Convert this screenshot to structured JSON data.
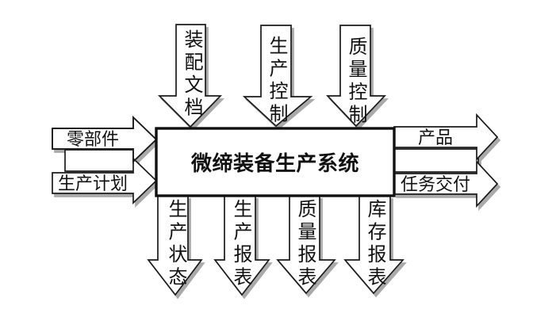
{
  "diagram": {
    "title": "微缔装备生产系统",
    "top_inputs": [
      {
        "label": "装配文档"
      },
      {
        "label": "生产控制"
      },
      {
        "label": "质量控制"
      }
    ],
    "left_inputs": [
      {
        "label": "零部件"
      },
      {
        "label": "生产计划"
      }
    ],
    "right_outputs": [
      {
        "label": "产品"
      },
      {
        "label": "任务交付"
      }
    ],
    "bottom_outputs": [
      {
        "label": "生产状态"
      },
      {
        "label": "生产报表"
      },
      {
        "label": "质量报表"
      },
      {
        "label": "库存报表"
      }
    ],
    "colors": {
      "background": "#ffffff",
      "arrow_fill": "#ffffff",
      "arrow_stroke": "#1a1a1a",
      "arrow_shadow": "#aaaaaa",
      "box_border": "#111111",
      "text": "#111111"
    }
  }
}
